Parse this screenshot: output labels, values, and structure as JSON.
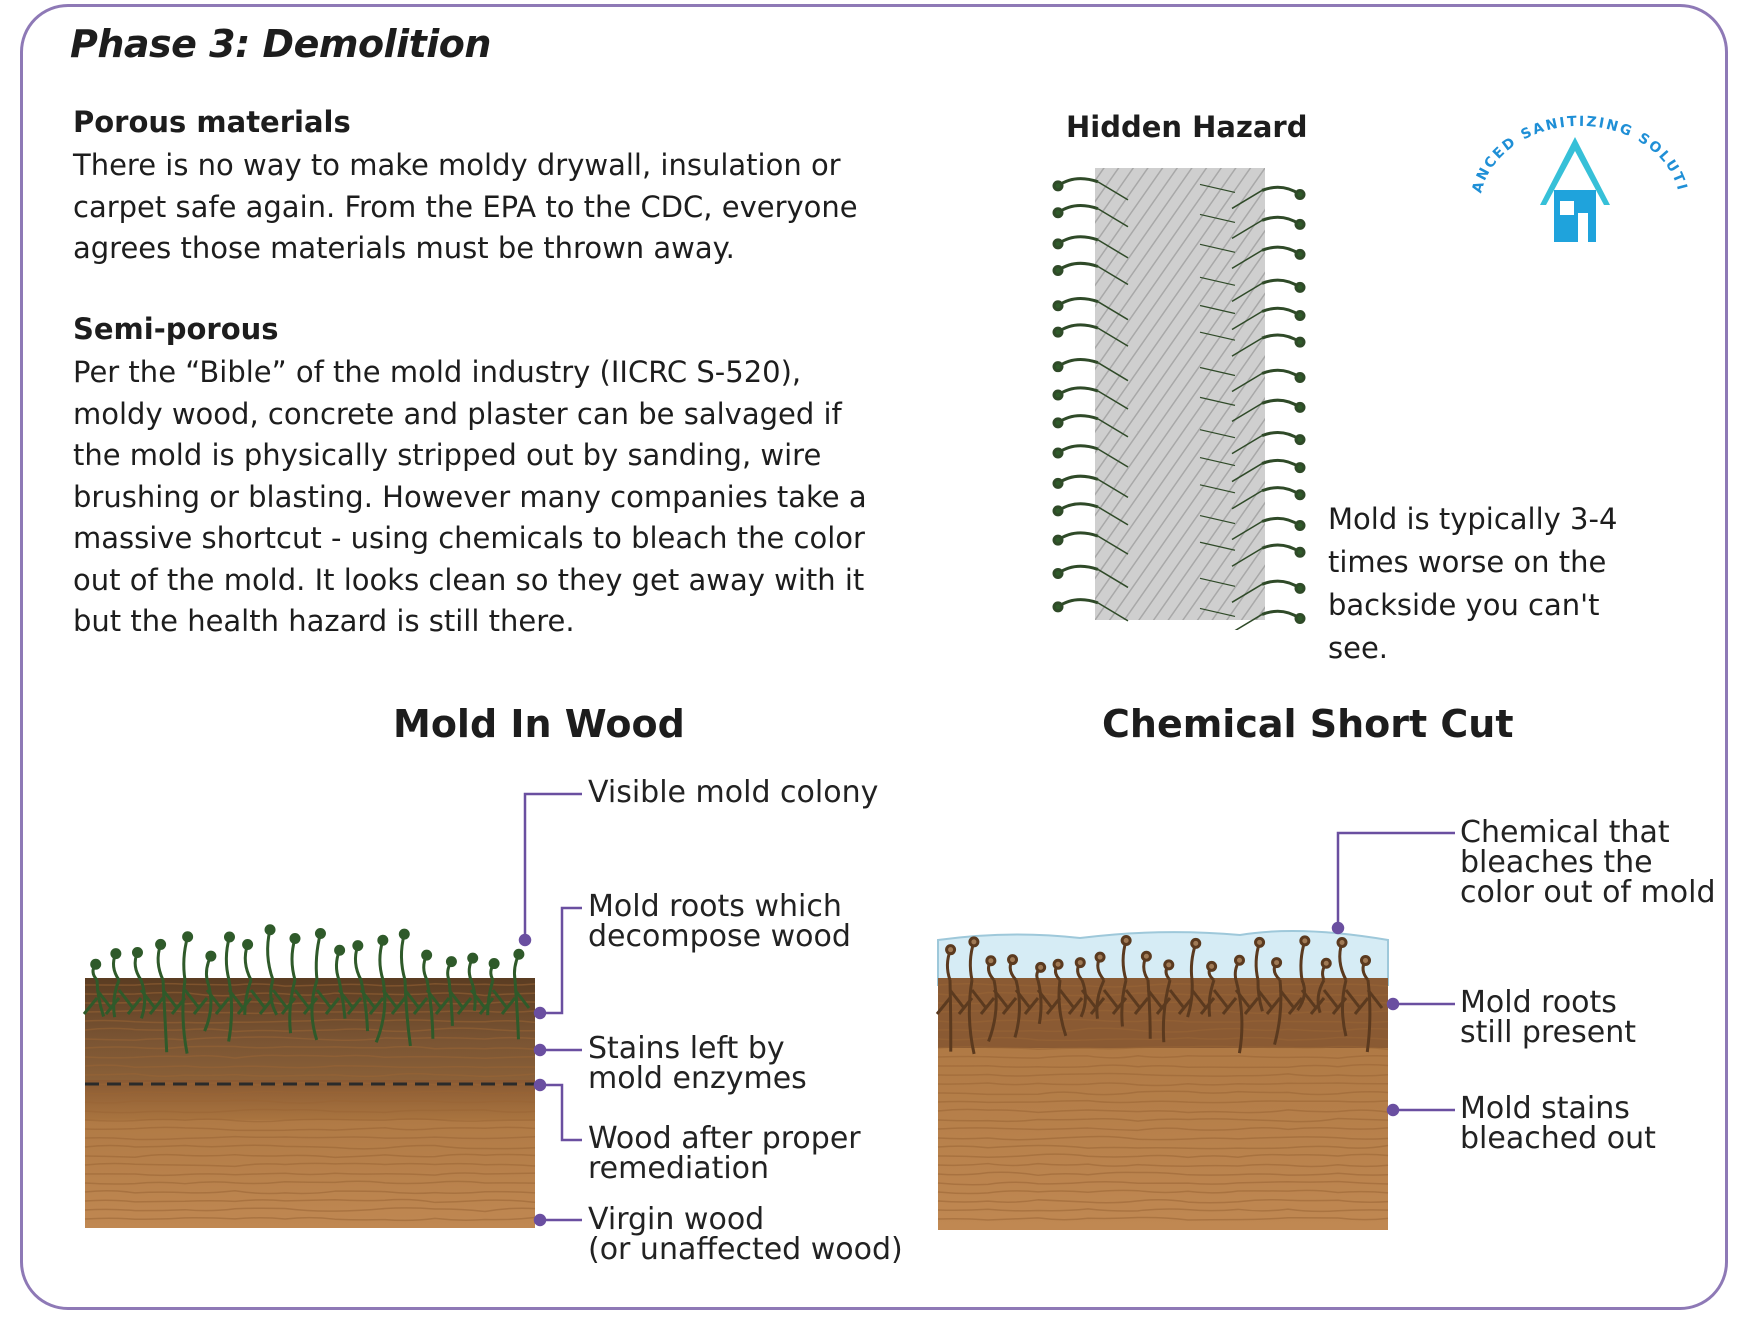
{
  "title": "Phase 3: Demolition",
  "porous": {
    "heading": "Porous materials",
    "text": "There is no way to make moldy drywall, insulation or carpet safe again. From the EPA to the CDC, everyone agrees those materials must be thrown away."
  },
  "semi_porous": {
    "heading": "Semi-porous",
    "text": "Per the “Bible” of the mold industry (IICRC S-520), moldy wood, concrete and plaster can be salvaged if the mold is physically stripped out by sanding, wire brushing or blasting. However many companies take a massive shortcut - using chemicals to bleach the color out of the mold. It looks clean so they get away with it but the health hazard is still there."
  },
  "hidden_hazard": {
    "title": "Hidden Hazard",
    "caption": "Mold is typically 3-4 times worse on the backside you can't see."
  },
  "logo": {
    "text": "ADVANCED SANITIZING SOLUTIONS"
  },
  "mold_in_wood": {
    "title": "Mold In Wood",
    "labels": {
      "visible_colony": "Visible mold colony",
      "roots_line1": "Mold roots which",
      "roots_line2": "decompose wood",
      "stains_line1": "Stains left by",
      "stains_line2": "mold enzymes",
      "after_line1": "Wood after proper",
      "after_line2": "remediation",
      "virgin_line1": "Virgin wood",
      "virgin_line2": "(or unaffected wood)"
    }
  },
  "chemical_short_cut": {
    "title": "Chemical Short Cut",
    "labels": {
      "chemical_line1": "Chemical that",
      "chemical_line2": "bleaches the",
      "chemical_line3": "color out of mold",
      "roots_line1": "Mold roots",
      "roots_line2": "still present",
      "stains_line1": "Mold stains",
      "stains_line2": "bleached out"
    }
  },
  "colors": {
    "accent": "#6a4fa0",
    "frame": "#8e79b6",
    "mold_green": "#2f5a2a",
    "wood": "#b07a45",
    "chemical": "#d6ecf5"
  }
}
